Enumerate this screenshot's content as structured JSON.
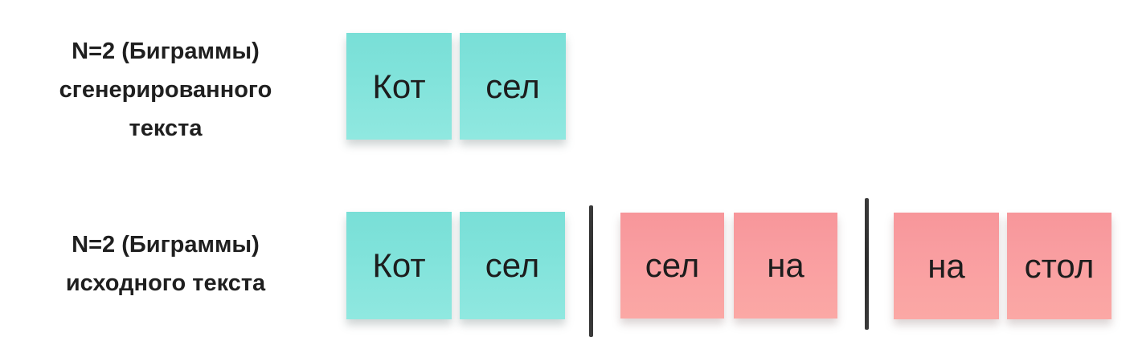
{
  "diagram": {
    "title_semantics": "N-gram (bigram) comparison of generated vs source text",
    "rows": [
      {
        "label_lines": [
          "N=2 (Биграммы)",
          "сгенерированного",
          "текста"
        ],
        "groups": [
          {
            "type": "generated",
            "color": "teal",
            "words": [
              "Кот",
              "сел"
            ]
          }
        ]
      },
      {
        "label_lines": [
          "N=2 (Биграммы)",
          "исходного текста"
        ],
        "groups": [
          {
            "type": "source",
            "color": "teal",
            "words": [
              "Кот",
              "сел"
            ]
          },
          {
            "type": "source",
            "color": "pink",
            "words": [
              "сел",
              "на"
            ]
          },
          {
            "type": "source",
            "color": "pink",
            "words": [
              "на",
              "стол"
            ]
          }
        ]
      }
    ],
    "colors": {
      "teal_top": "#79dfd7",
      "teal_bottom": "#90e8e0",
      "pink_top": "#f7969a",
      "pink_bottom": "#fba8a5",
      "divider": "#2f2f2f",
      "label_text": "#1f1f1f",
      "box_text": "#1d1d1d",
      "background": "#ffffff"
    }
  }
}
